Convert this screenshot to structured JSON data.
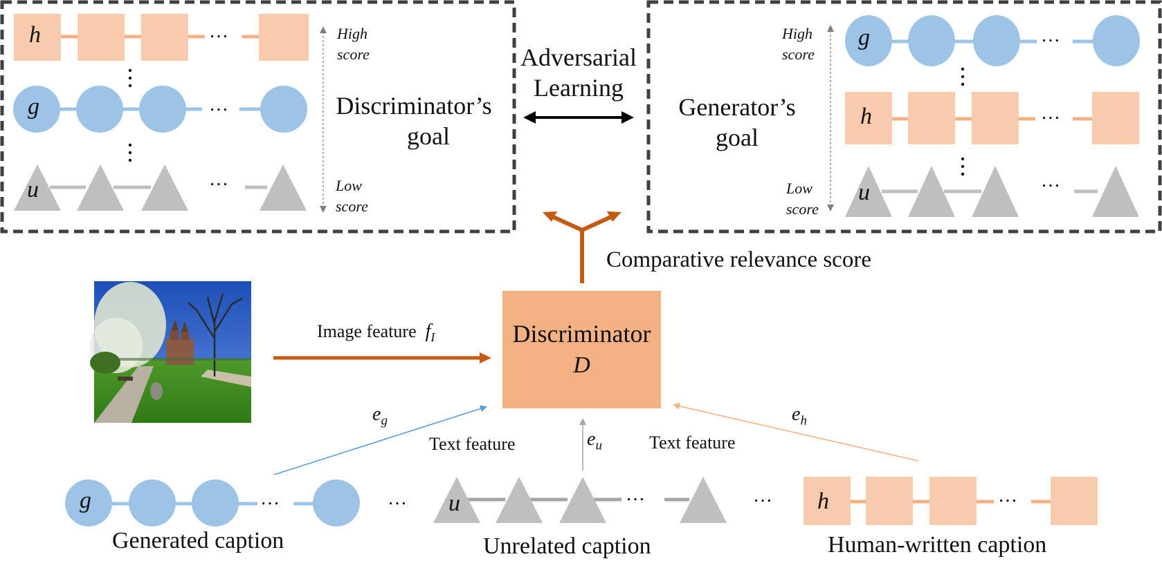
{
  "title": "",
  "top_left_panel": {
    "goal_label": "Discriminator’s goal",
    "goal_line1": "Discriminator’s",
    "goal_line2": "goal",
    "high_score_line1": "High",
    "high_score_line2": "score",
    "low_score_line1": "Low",
    "low_score_line2": "score",
    "rows": [
      {
        "symbol": "h",
        "shape": "square",
        "color": "#F8CBAD"
      },
      {
        "symbol": "g",
        "shape": "circle",
        "color": "#9DC3E6"
      },
      {
        "symbol": "u",
        "shape": "triangle",
        "color": "#BFBFBF"
      }
    ]
  },
  "top_right_panel": {
    "goal_line1": "Generator’s",
    "goal_line2": "goal",
    "high_score_line1": "High",
    "high_score_line2": "score",
    "low_score_line1": "Low",
    "low_score_line2": "score",
    "rows": [
      {
        "symbol": "g",
        "shape": "circle",
        "color": "#9DC3E6"
      },
      {
        "symbol": "h",
        "shape": "square",
        "color": "#F8CBAD"
      },
      {
        "symbol": "u",
        "shape": "triangle",
        "color": "#BFBFBF"
      }
    ]
  },
  "adversarial": {
    "line1": "Adversarial",
    "line2": "Learning"
  },
  "score_label": "Comparative relevance score",
  "discriminator": {
    "line1": "Discriminator",
    "line2": "D",
    "color": "#F4B183"
  },
  "image_feature": {
    "label": "Image feature",
    "symbol": "f",
    "subscript": "I"
  },
  "text_feature_left": "Text feature",
  "text_feature_right": "Text feature",
  "edges": {
    "eg": {
      "symbol": "e",
      "subscript": "g"
    },
    "eu": {
      "symbol": "e",
      "subscript": "u"
    },
    "eh": {
      "symbol": "e",
      "subscript": "h"
    }
  },
  "bottom": {
    "generated": {
      "symbol": "g",
      "caption": "Generated caption"
    },
    "unrelated": {
      "symbol": "u",
      "caption": "Unrelated caption"
    },
    "human": {
      "symbol": "h",
      "caption": "Human-written caption"
    },
    "ellipsis": "…"
  },
  "colors": {
    "orange_arrow": "#C55A11",
    "blue_line": "#5B9BD5",
    "peach_line": "#F4B183",
    "grey": "#A6A6A6",
    "dash_border": "#404040"
  }
}
